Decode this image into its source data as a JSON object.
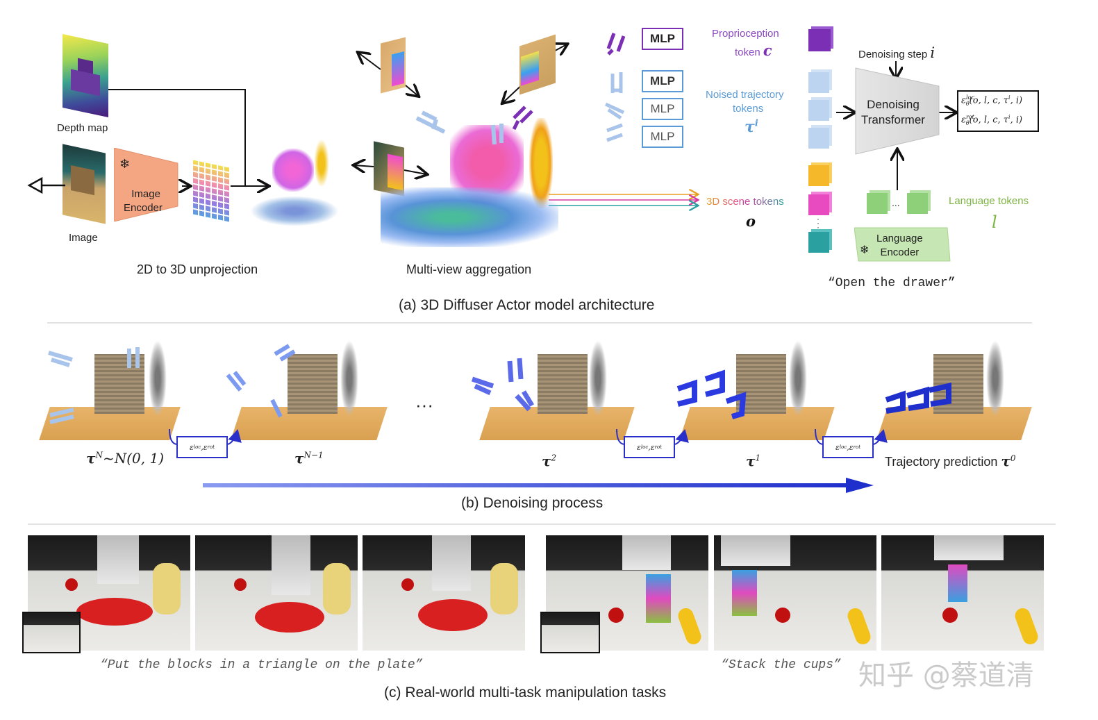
{
  "section_a": {
    "depth_map": "Depth map",
    "image": "Image",
    "image_encoder": "Image\nEncoder",
    "unprojection": "2D to 3D unprojection",
    "aggregation": "Multi-view aggregation",
    "caption": "(a) 3D Diffuser Actor model architecture",
    "mlp": [
      "MLP",
      "MLP",
      "MLP",
      "MLP"
    ],
    "proprioception": "Proprioception",
    "proprioception_token": "token",
    "proprio_symbol": "c",
    "noised_trajectory": "Noised trajectory",
    "noised_tokens": "tokens",
    "tau_i": "τ",
    "tau_i_sup": "i",
    "scene_tokens": "3D scene tokens",
    "scene_symbol": "o",
    "denoising_step": "Denoising step",
    "denoising_step_symbol": "i",
    "denoising_transformer": "Denoising\nTransformer",
    "language_tokens": "Language tokens",
    "language_symbol": "l",
    "language_encoder": "Language\nEncoder",
    "instruction": "“Open the drawer”",
    "out_loc": "ε",
    "out_loc_sup": "loc",
    "out_loc_sub": "θ",
    "out_loc_args": "(o, l, c, τ",
    "out_rot_sup": "rot",
    "out_args_i": "i",
    "out_args_tail": ", i)"
  },
  "section_b": {
    "caption": "(b) Denoising process",
    "eps_label": "ε",
    "eps_sub": "θ",
    "eps_sup_loc": "loc",
    "eps_sup_rot": "rot",
    "tauN_base": "τ",
    "tauN_sup": "N",
    "tauN_rest": "~N(0, 1)",
    "tauN1_sup": "N−1",
    "tau2_sup": "2",
    "tau1_sup": "1",
    "ellipsis": "···",
    "prediction": "Trajectory prediction",
    "tau0_sup": "0"
  },
  "section_c": {
    "caption": "(c) Real-world multi-task manipulation tasks",
    "task1": "“Put the blocks in a triangle on the plate”",
    "task2": "“Stack the cups”"
  },
  "watermark": "知乎 @蔡道清",
  "colors": {
    "purple": "#7b2fb5",
    "light_blue": "#5b9bd5",
    "yellow_orange": "#e8a020",
    "green": "#7cb342",
    "dark_blue": "#1f2fcc",
    "encoder": "#f4a582"
  }
}
